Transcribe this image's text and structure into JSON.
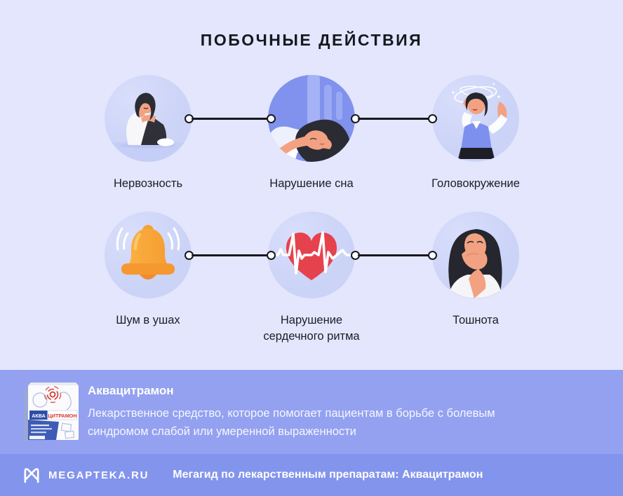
{
  "title": "ПОБОЧНЫЕ ДЕЙСТВИЯ",
  "effects": [
    {
      "label": "Нервозность",
      "icon": "nervous-person-illustration"
    },
    {
      "label": "Нарушение сна",
      "icon": "sleeping-person-illustration"
    },
    {
      "label": "Головокружение",
      "icon": "dizzy-person-illustration"
    },
    {
      "label": "Шум в ушах",
      "icon": "ringing-bell-illustration"
    },
    {
      "label": "Нарушение сердечного ритма",
      "icon": "heart-rhythm-illustration"
    },
    {
      "label": "Тошнота",
      "icon": "nausea-person-illustration"
    }
  ],
  "product": {
    "name": "Аквацитрамон",
    "description": "Лекарственное средство, которое помогает пациентам в борьбе с болевым синдромом слабой или умеренной выраженности",
    "box": {
      "label_top": "АКВА",
      "label_bottom": "ЦИТРАМОН"
    }
  },
  "footer": {
    "brand": "MEGAPTEKA.RU",
    "message": "Мегагид по лекарственным препаратам: Аквацитрамон"
  },
  "colors": {
    "background": "#e3e6fc",
    "circle_light": "#ccd3f7",
    "circle_sleep_blue": "#8092ee",
    "info_bar": "#93a1f0",
    "footer_bar": "#8394ec",
    "connector": "#17171f",
    "label_text": "#1d1d27",
    "bell_orange": "#f7a236",
    "heart_red": "#e6424e",
    "text_light": "#ffffff"
  }
}
